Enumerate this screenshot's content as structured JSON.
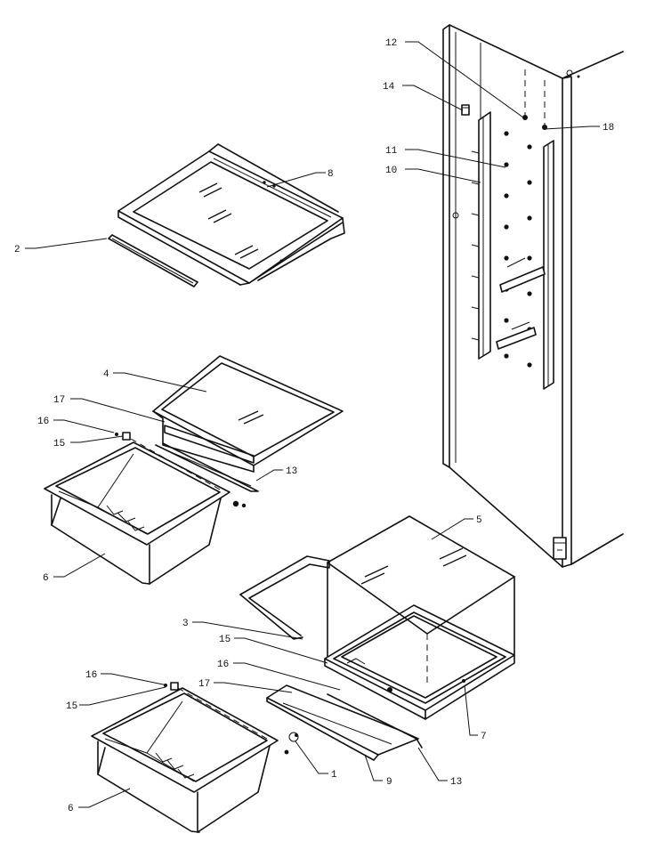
{
  "callouts": [
    {
      "id": "c12a",
      "text": "12"
    },
    {
      "id": "c14",
      "text": "14"
    },
    {
      "id": "c18",
      "text": "18"
    },
    {
      "id": "c11",
      "text": "11"
    },
    {
      "id": "c10",
      "text": "10"
    },
    {
      "id": "c8",
      "text": "8"
    },
    {
      "id": "c2",
      "text": "2"
    },
    {
      "id": "c4",
      "text": "4"
    },
    {
      "id": "c17a",
      "text": "17"
    },
    {
      "id": "c16a",
      "text": "16"
    },
    {
      "id": "c15a",
      "text": "15"
    },
    {
      "id": "c13a",
      "text": "13"
    },
    {
      "id": "c6a",
      "text": "6"
    },
    {
      "id": "c5",
      "text": "5"
    },
    {
      "id": "c3",
      "text": "3"
    },
    {
      "id": "c15b",
      "text": "15"
    },
    {
      "id": "c16b",
      "text": "16"
    },
    {
      "id": "c17b",
      "text": "17"
    },
    {
      "id": "c16c",
      "text": "16"
    },
    {
      "id": "c15c",
      "text": "15"
    },
    {
      "id": "c7",
      "text": "7"
    },
    {
      "id": "c1",
      "text": "1"
    },
    {
      "id": "c9",
      "text": "9"
    },
    {
      "id": "c13b",
      "text": "13"
    },
    {
      "id": "c6b",
      "text": "6"
    }
  ]
}
